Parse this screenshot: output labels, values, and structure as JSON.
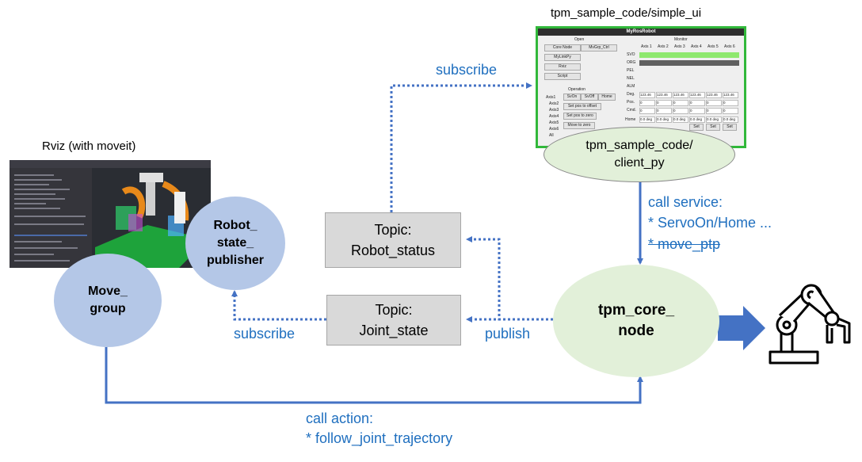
{
  "captions": {
    "rviz": "Rviz (with moveit)",
    "simple_ui": "tpm_sample_code/simple_ui"
  },
  "nodes": {
    "client_py": [
      "tpm_sample_code/",
      "client_py"
    ],
    "core_node": [
      "tpm_core_",
      "node"
    ],
    "move_group": [
      "Move_",
      "group"
    ],
    "robot_state_publisher": [
      "Robot_",
      "state_",
      "publisher"
    ]
  },
  "topics": {
    "robot_status": [
      "Topic:",
      "Robot_status"
    ],
    "joint_state": [
      "Topic:",
      "Joint_state"
    ]
  },
  "edge_labels": {
    "subscribe_top": "subscribe",
    "subscribe_bottom": "subscribe",
    "publish": "publish",
    "call_service_title": "call service:",
    "call_service_item1": "* ServoOn/Home ...",
    "call_service_item2": "* move_ptp",
    "call_action_title": "call action:",
    "call_action_item1": "* follow_joint_trajectory"
  },
  "simple_ui": {
    "window_title": "MyRosRobot",
    "open_header": "Open",
    "monitor_header": "Monitor",
    "operation_header": "Operation",
    "buttons": [
      "Core Node",
      "MvGrp_Ctrl",
      "MyLinkPy",
      "Rviz",
      "Script"
    ],
    "op_buttons": [
      "SvOn",
      "SvOff",
      "Home",
      "Set pos to offset",
      "Set pos to zero",
      "Move to zero"
    ],
    "axis_radios": [
      "Axis1",
      "Axis2",
      "Axis3",
      "Axis4",
      "Axis5",
      "Axis6",
      "All"
    ],
    "axis_headers": [
      "Axis 1",
      "Axis 2",
      "Axis 3",
      "Axis 4",
      "Axis 5",
      "Axis 6"
    ],
    "row_labels": [
      "SVO",
      "ORG",
      "PEL",
      "NEL",
      "ALM",
      "Deg.",
      "Pos.",
      "Cmd.",
      "Home"
    ],
    "deg_values": [
      "123.46",
      "123.46",
      "123.46",
      "123.46",
      "123.46",
      "123.46"
    ],
    "pos_values": [
      "0",
      "0",
      "0",
      "0",
      "0",
      "0"
    ],
    "cmd_values": [
      "0",
      "0",
      "0",
      "0",
      "0",
      "0"
    ],
    "home_values": [
      "0.0 deg",
      "0.0 deg",
      "0.0 deg",
      "0.0 deg",
      "0.0 deg",
      "0.0 deg"
    ],
    "set_label": "Set"
  },
  "colors": {
    "line_blue": "#4472c4",
    "text_blue": "#1f6fbf",
    "node_blue": "#b4c7e7",
    "node_green": "#e2f0d9",
    "topic_gray": "#d9d9d9"
  },
  "icons": [
    "robot-arm-icon",
    "right-arrow-icon"
  ]
}
